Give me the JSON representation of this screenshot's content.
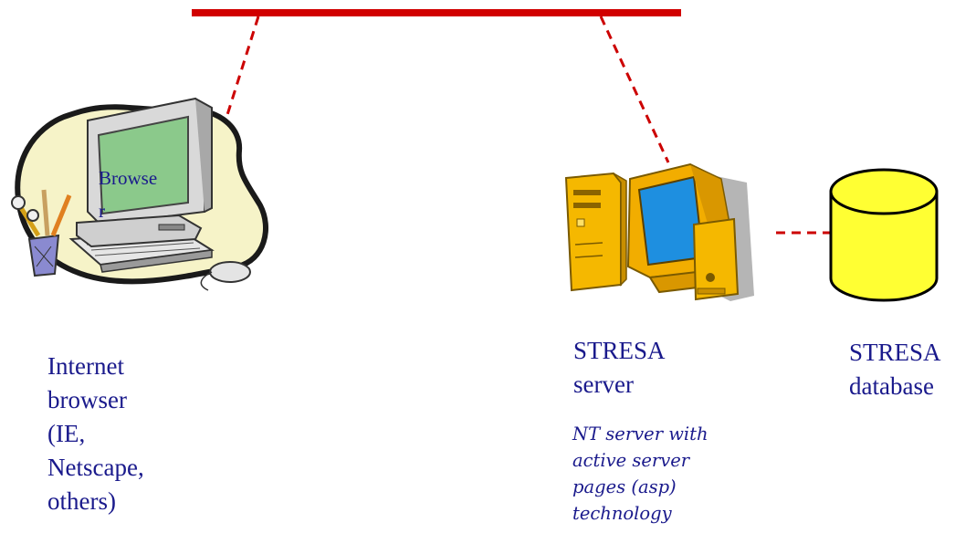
{
  "colors": {
    "network_line": "#d10000",
    "connector": "#cc0000",
    "text": "#1a1a8c",
    "database_fill": "#ffff33",
    "monitor_screen": "#1e8fe0",
    "client_screen": "#8bc98b",
    "blob_fill": "#f6f3c8"
  },
  "client": {
    "screen_text": "Browse\nr",
    "label": "Internet\nbrowser\n(IE,\nNetscape,\nothers)"
  },
  "server": {
    "label": "STRESA\nserver",
    "note": "NT server with\nactive server\npages (asp)\ntechnology"
  },
  "database": {
    "label": "STRESA\ndatabase"
  }
}
